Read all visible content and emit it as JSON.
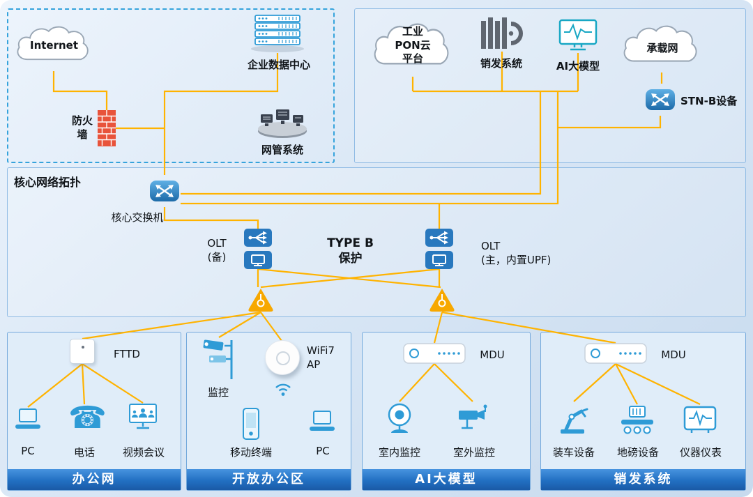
{
  "colors": {
    "link_line": "#FFB300",
    "device_accent": "#2E9BD6",
    "node_blue": "#2878BE",
    "splitter_orange": "#F7A800",
    "panel_title_blue": "#1E66B8"
  },
  "enterprise_zone": {
    "internet": "Internet",
    "datacenter": "企业数据中心",
    "firewall": "防火\n墙",
    "nms": "网管系统"
  },
  "cloud_zone": {
    "pon": "工业\nPON云\n平台",
    "sales": "销发系统",
    "ai": "AI大模型",
    "bearer": "承载网",
    "stn": "STN-B设备"
  },
  "core_zone": {
    "title": "核心网络拓扑",
    "core_switch": "核心交换机",
    "olt_backup": "OLT\n(备)",
    "protection": "TYPE B\n保护",
    "olt_primary": "OLT\n(主，内置UPF)"
  },
  "panel_office": {
    "title": "办公网",
    "uplink": "FTTD",
    "pc": "PC",
    "phone": "电话",
    "video": "视频会议"
  },
  "panel_open_office": {
    "title": "开放办公区",
    "camera": "监控",
    "ap": "WiFi7\nAP",
    "mobile": "移动终端",
    "pc": "PC"
  },
  "panel_ai": {
    "title": "AI大模型",
    "uplink": "MDU",
    "indoor": "室内监控",
    "outdoor": "室外监控"
  },
  "panel_sales": {
    "title": "销发系统",
    "uplink": "MDU",
    "loading": "装车设备",
    "weighbridge": "地磅设备",
    "instruments": "仪器仪表"
  }
}
